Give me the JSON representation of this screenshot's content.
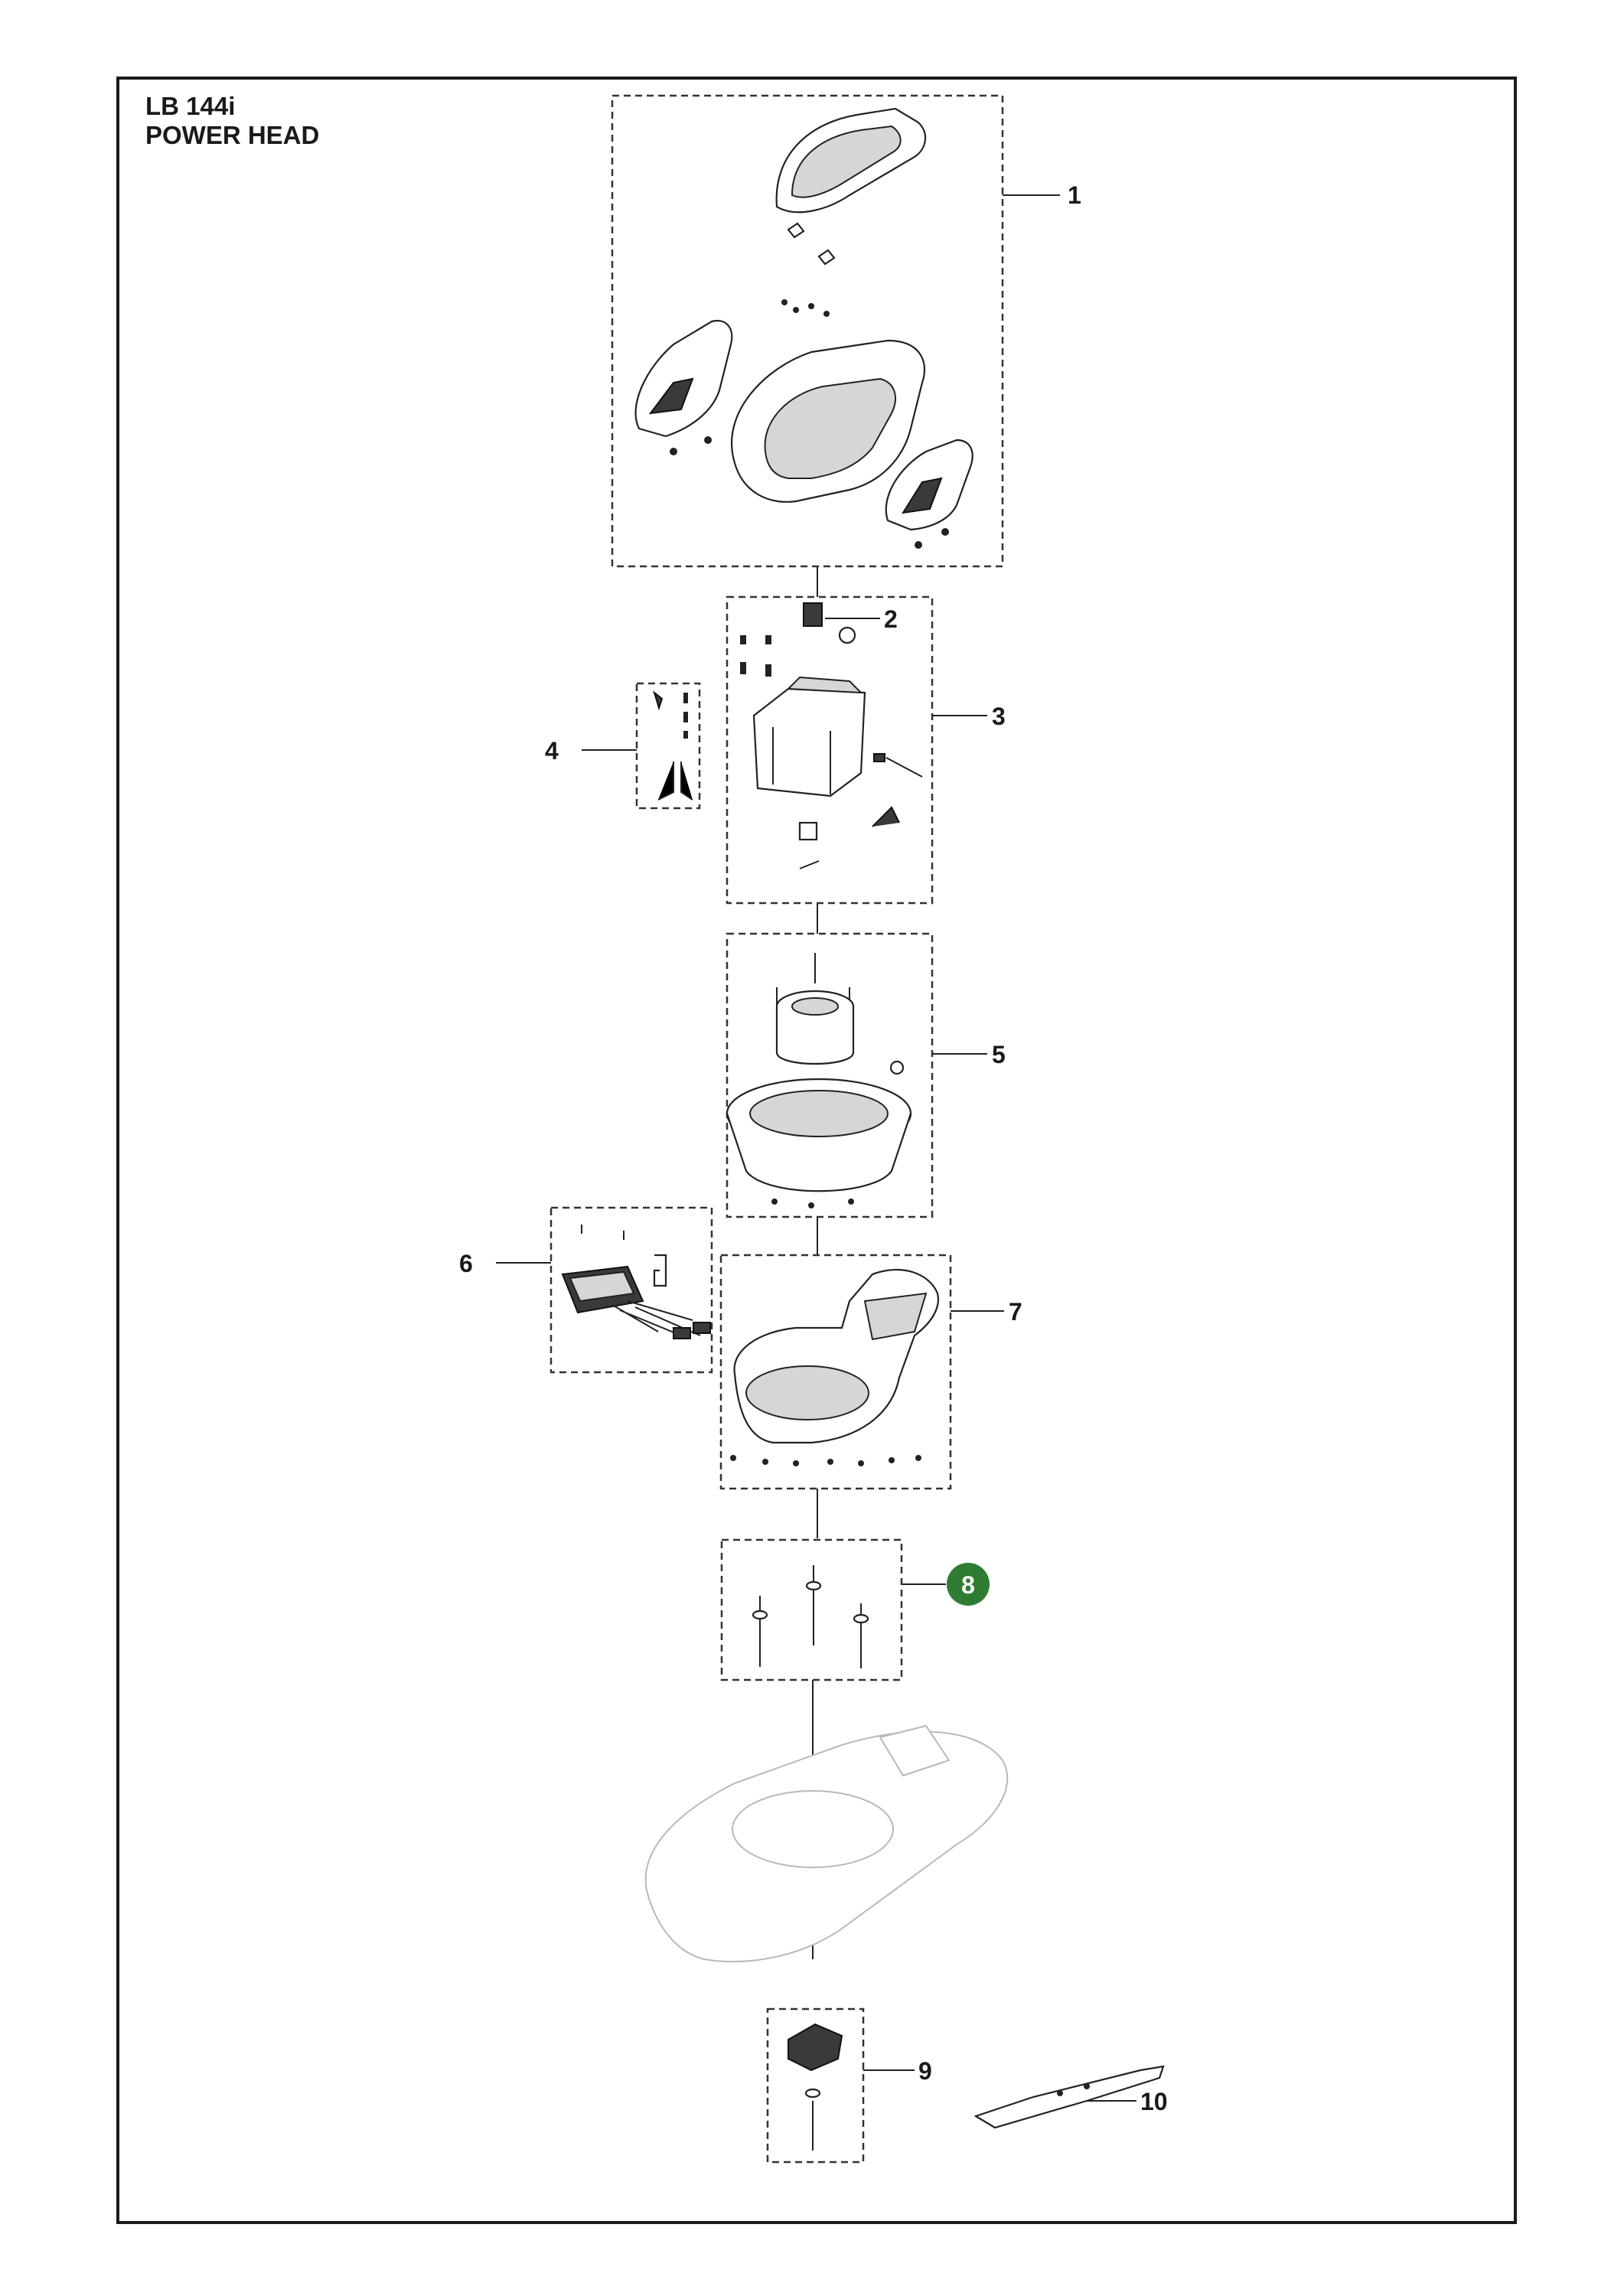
{
  "title": {
    "model": "LB 144i",
    "section": "POWER HEAD"
  },
  "highlight_color": "#2e7d32",
  "callouts": [
    {
      "id": "1",
      "label": "1",
      "highlighted": false
    },
    {
      "id": "2",
      "label": "2",
      "highlighted": false
    },
    {
      "id": "3",
      "label": "3",
      "highlighted": false
    },
    {
      "id": "4",
      "label": "4",
      "highlighted": false
    },
    {
      "id": "5",
      "label": "5",
      "highlighted": false
    },
    {
      "id": "6",
      "label": "6",
      "highlighted": false
    },
    {
      "id": "7",
      "label": "7",
      "highlighted": false
    },
    {
      "id": "8",
      "label": "8",
      "highlighted": true
    },
    {
      "id": "9",
      "label": "9",
      "highlighted": false
    },
    {
      "id": "10",
      "label": "10",
      "highlighted": false
    }
  ]
}
